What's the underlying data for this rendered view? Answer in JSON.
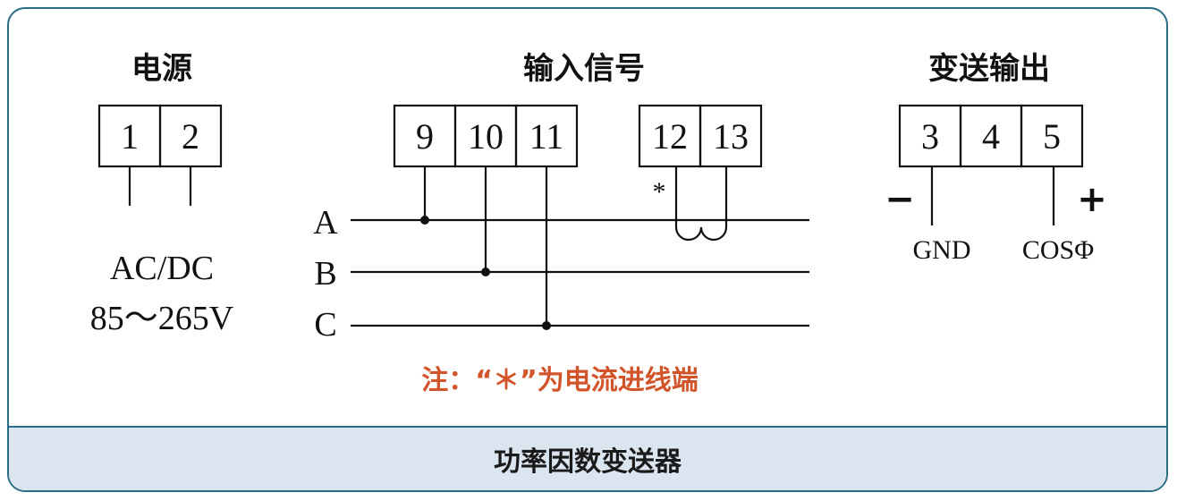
{
  "power": {
    "title": "电源",
    "terminals": [
      "1",
      "2"
    ],
    "spec_line1": "AC/DC",
    "spec_line2": "85～265V"
  },
  "input": {
    "title": "输入信号",
    "voltage_terminals": [
      "9",
      "10",
      "11"
    ],
    "current_terminals": [
      "12",
      "13"
    ],
    "phases": [
      "A",
      "B",
      "C"
    ],
    "current_in_mark": "*"
  },
  "output": {
    "title": "变送输出",
    "terminals": [
      "3",
      "4",
      "5"
    ],
    "minus_sign": "−",
    "plus_sign": "+",
    "gnd_label": "GND",
    "signal_label": "COSΦ"
  },
  "note": {
    "text": "注：“＊”为电流进线端",
    "color": "#d2542a"
  },
  "footer": {
    "title": "功率因数变送器"
  },
  "colors": {
    "frame": "#2a6e86",
    "footer_bg": "#dbe5f0"
  }
}
